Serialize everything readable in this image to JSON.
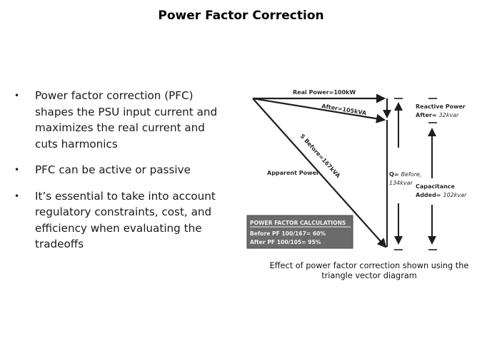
{
  "slide": {
    "title": "Power Factor Correction",
    "bullets": [
      {
        "marker": "•",
        "text": "Power factor correction (PFC) shapes the PSU input current and maximizes the real current and cuts harmonics"
      },
      {
        "marker": "•",
        "text": "PFC can be active or passive"
      },
      {
        "marker": "•",
        "text": "It’s essential to take into account regulatory constraints, cost, and efficiency when evaluating the tradeoffs"
      }
    ],
    "caption": "Effect of power factor correction shown using the triangle vector diagram"
  },
  "diagram": {
    "real_power_label": "Real Power=100kW",
    "after_label": "After=105kVA",
    "s_before_label": "S Before=167kVA",
    "apparent_power_label": "Apparent Power",
    "reactive_power_label": "Reactive Power",
    "reactive_after_prefix": "After=",
    "reactive_after_value": "32kvar",
    "q_before_prefix": "Q=",
    "q_before_value_1": "Before,",
    "q_before_value_2": "134kvar",
    "capacitance_label": "Capacitance",
    "capacitance_added_prefix": "Added=",
    "capacitance_added_value": "102kvar",
    "calc_box": {
      "title": "POWER FACTOR CALCULATIONS",
      "before": "Before PF 100/167= 60%",
      "after": "After PF 100/105= 95%"
    },
    "colors": {
      "line": "#1e1e1e",
      "box_bg": "#6b6b6b",
      "box_text": "#f2f2f2"
    }
  }
}
